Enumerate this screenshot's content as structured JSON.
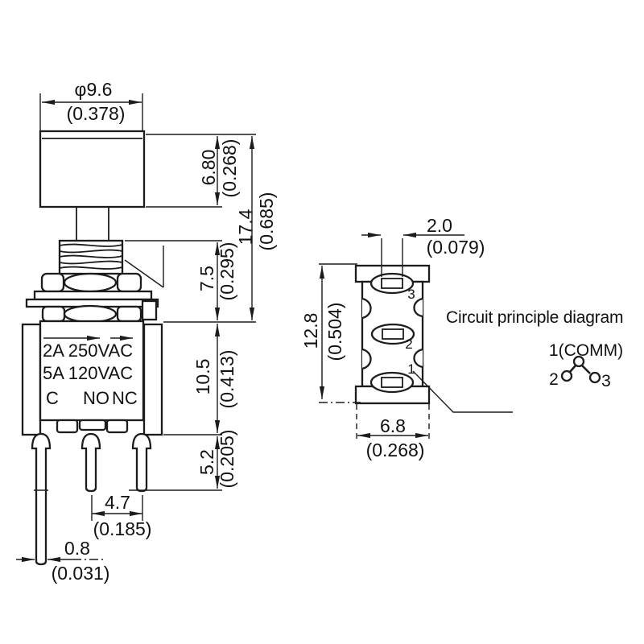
{
  "drawing": {
    "background": "#ffffff",
    "stroke_color": "#1c1c1c"
  },
  "front_view": {
    "ratings": [
      "2A 250VAC",
      "5A 120VAC"
    ],
    "contacts": [
      "C",
      "NO",
      "NC"
    ],
    "dims": {
      "cap_diameter_mm": "φ9.6",
      "cap_diameter_in": "(0.378)",
      "cap_height_mm": "6.80",
      "cap_height_in": "(0.268)",
      "overall_height_mm": "17.4",
      "overall_height_in": "(0.685)",
      "thread_length_mm": "7.5",
      "thread_length_in": "(0.295)",
      "body_height_mm": "10.5",
      "body_height_in": "(0.413)",
      "pin_length_mm": "5.2",
      "pin_length_in": "(0.205)",
      "pin_pitch_mm": "4.7",
      "pin_pitch_in": "(0.185)",
      "pin_width_mm": "0.8",
      "pin_width_in": "(0.031)"
    }
  },
  "bottom_view": {
    "dims": {
      "slot_pitch_mm": "2.0",
      "slot_pitch_in": "(0.079)",
      "length_mm": "12.8",
      "length_in": "(0.504)",
      "width_mm": "6.8",
      "width_in": "(0.268)"
    },
    "terminals": [
      "3",
      "2",
      "1"
    ]
  },
  "circuit": {
    "title": "Circuit principle diagram",
    "common": "1(COMM)",
    "t2": "2",
    "t3": "3"
  }
}
